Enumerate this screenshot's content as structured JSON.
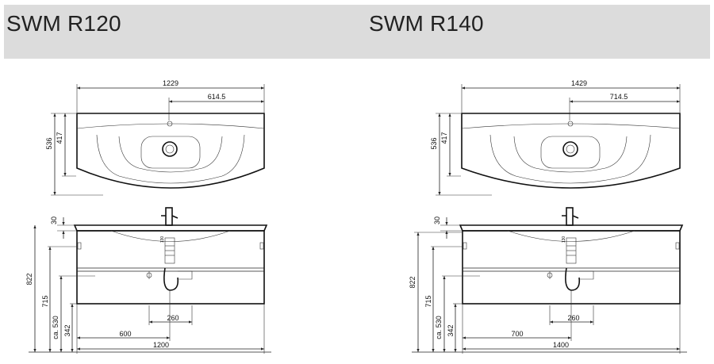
{
  "models": [
    {
      "name": "SWM R120",
      "top_width": "1229",
      "tap_offset": "614.5",
      "depth_total": "536",
      "depth_bowl": "417",
      "top_thickness": "30",
      "total_height": "822",
      "height_715": "715",
      "height_ca530": "ca. 530",
      "height_342": "342",
      "siphon_width": "260",
      "half_width": "600",
      "cabinet_width": "1200",
      "small_label": "130"
    },
    {
      "name": "SWM R140",
      "top_width": "1429",
      "tap_offset": "714.5",
      "depth_total": "536",
      "depth_bowl": "417",
      "top_thickness": "30",
      "total_height": "822",
      "height_715": "715",
      "height_ca530": "ca. 530",
      "height_342": "342",
      "siphon_width": "260",
      "half_width": "700",
      "cabinet_width": "1400",
      "small_label": "130"
    }
  ]
}
